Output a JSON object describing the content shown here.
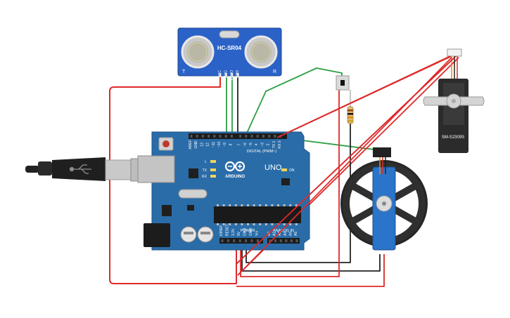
{
  "circuit": {
    "sensor": {
      "label": "HC-SR04",
      "left_mark": "T",
      "right_mark": "R",
      "pins": [
        "VCC",
        "TRIG",
        "ECHO",
        "GND"
      ]
    },
    "board": {
      "brand": "ARDUINO",
      "model": "UNO",
      "digital_header": "DIGITAL (PWM~)",
      "power_header": "POWER",
      "analog_header": "ANALOG IN",
      "on_led": "ON",
      "led_labels": [
        "L",
        "TX",
        "RX"
      ],
      "digital_pins": [
        "AREF",
        "GND",
        "13",
        "12",
        "~11",
        "~10",
        "~9",
        "8",
        "7",
        "~6",
        "~5",
        "4",
        "~3",
        "2",
        "TX 1",
        "RX 0"
      ],
      "power_pins": [
        "IOREF",
        "RESET",
        "3.3V",
        "5V",
        "GND",
        "GND",
        "Vin"
      ],
      "analog_pins": [
        "A0",
        "A1",
        "A2",
        "A3",
        "A4",
        "A5"
      ]
    },
    "servo": {
      "label": "SM-S2309S"
    },
    "colors": {
      "board": "#2a6ca8",
      "wire_red": "#dd2a2a",
      "wire_green": "#2aa043",
      "wire_black": "#222222",
      "sensor": "#2b62c8"
    }
  }
}
